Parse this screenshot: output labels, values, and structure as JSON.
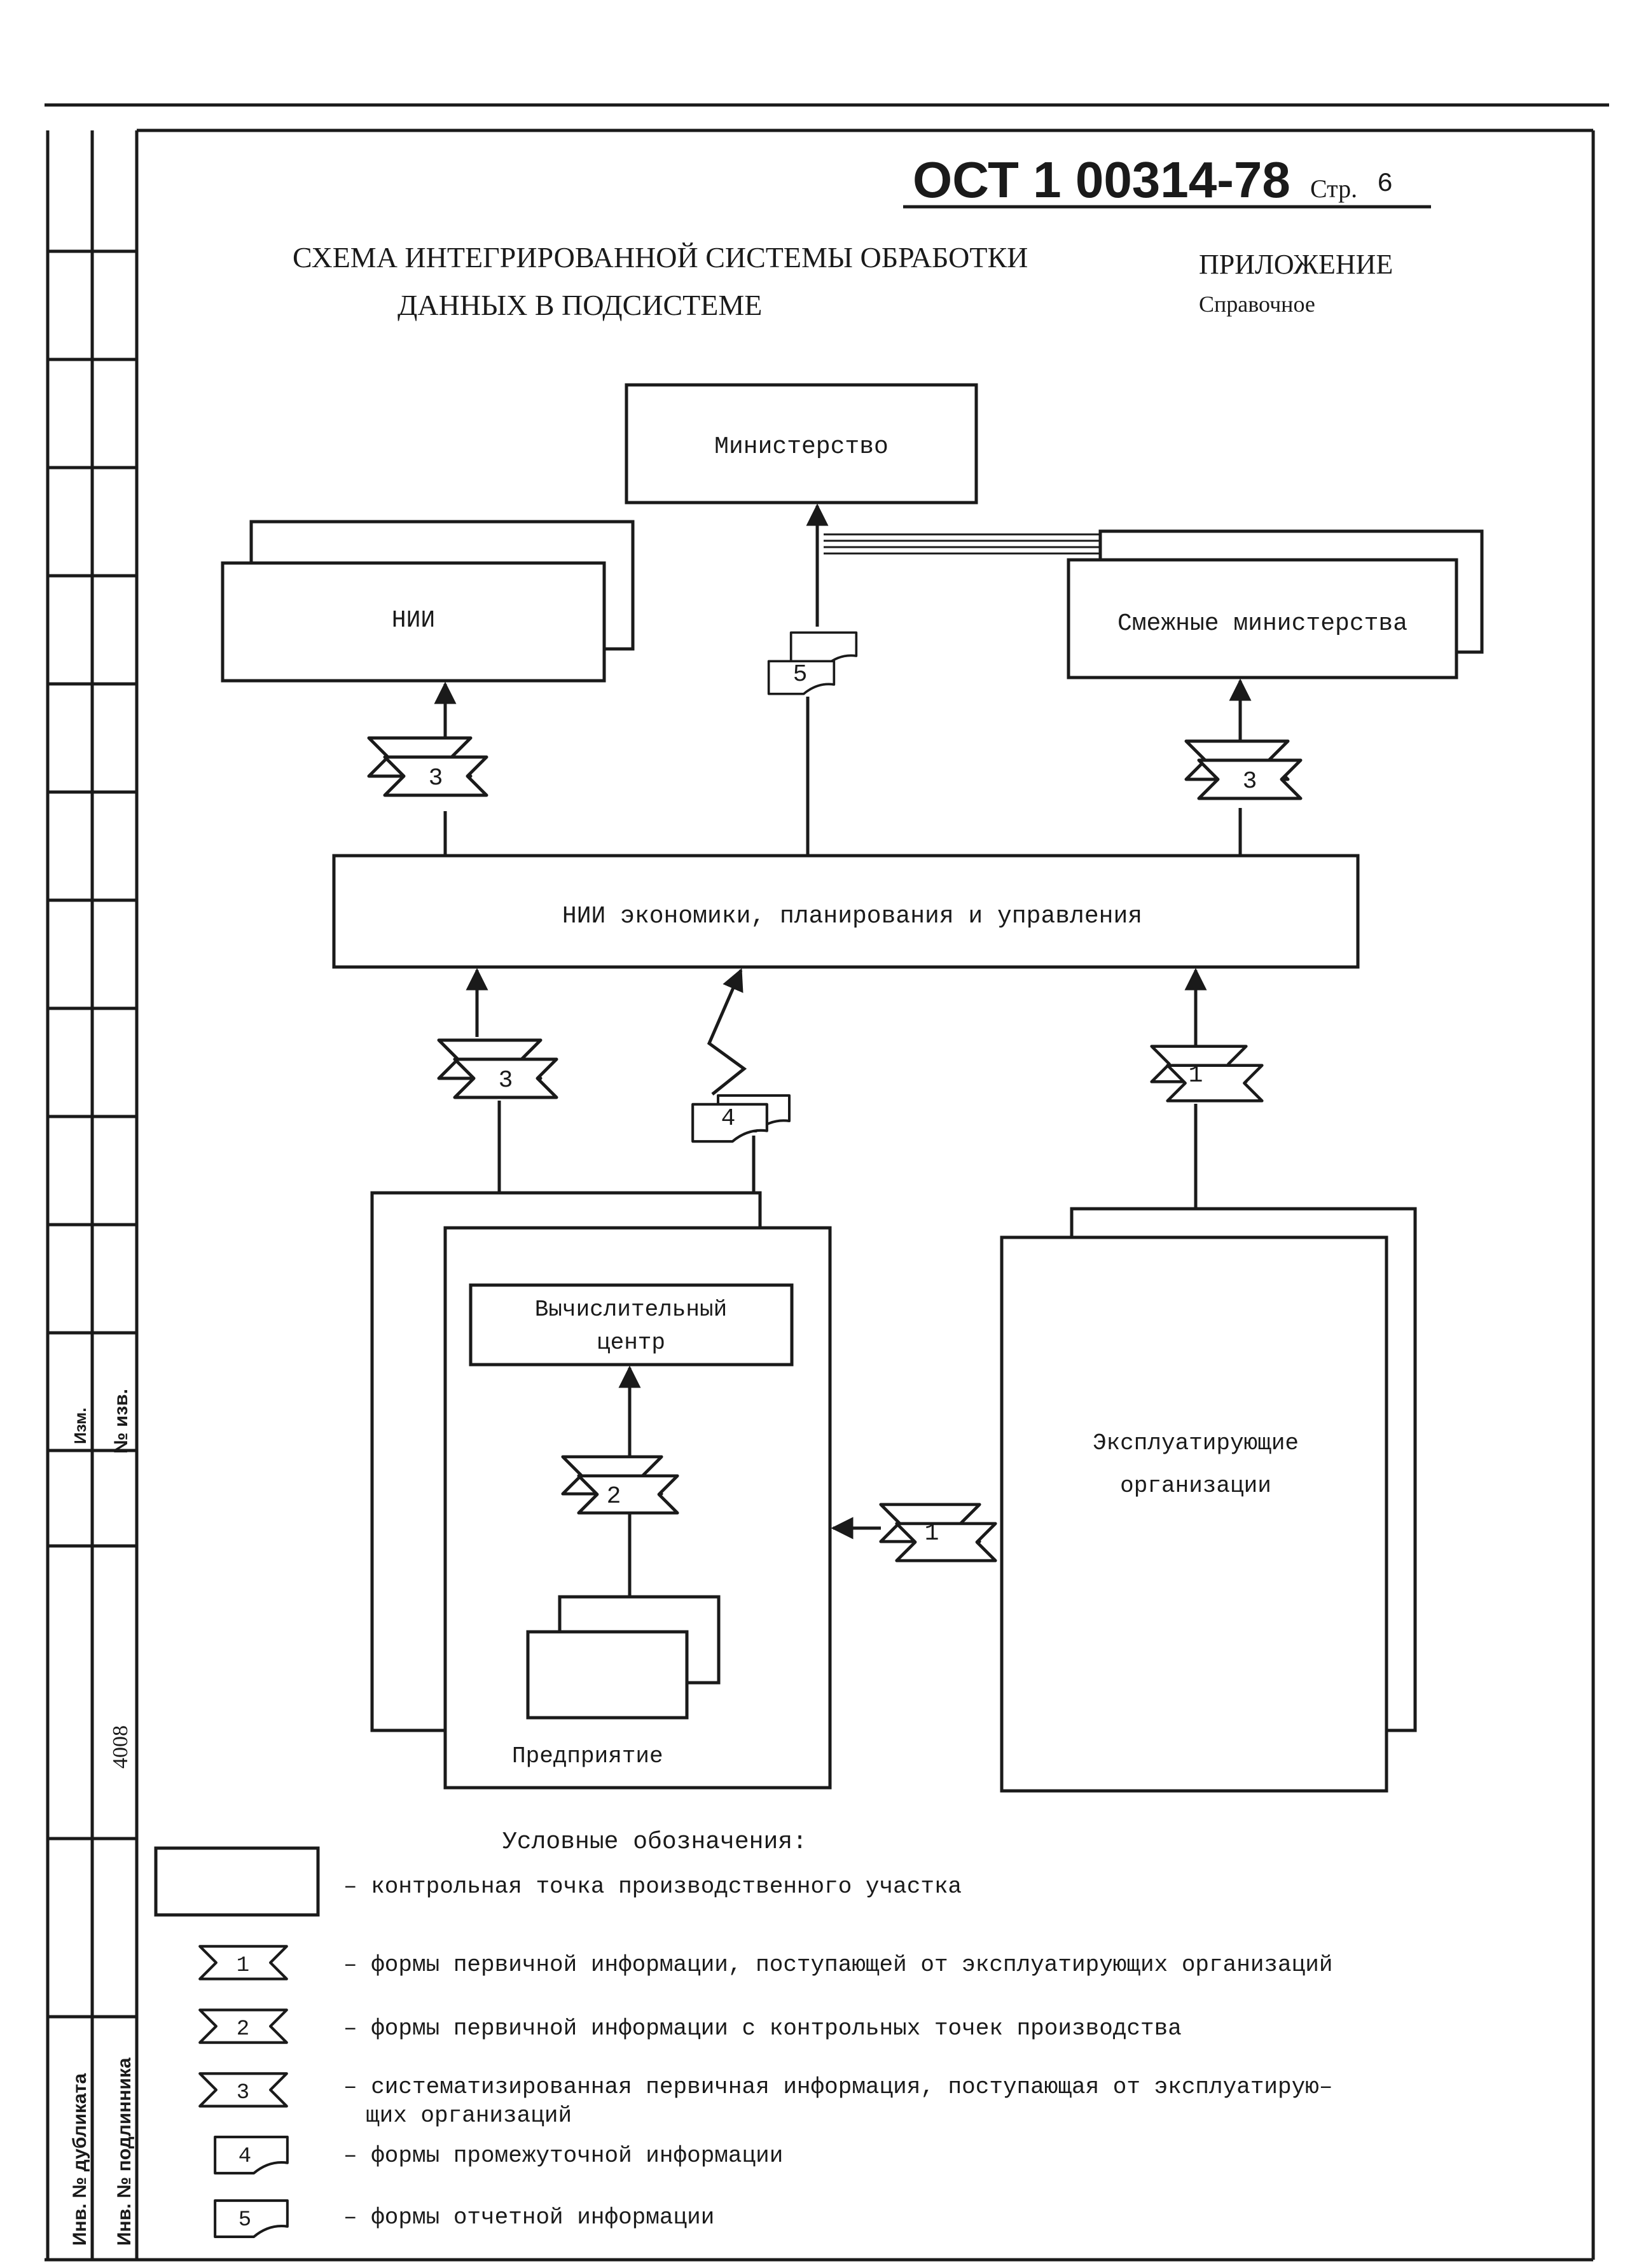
{
  "header": {
    "standard": "ОСТ 1 00314-78",
    "page_label": "Стр.",
    "page_number": "6"
  },
  "title": {
    "line1": "СХЕМА ИНТЕГРИРОВАННОЙ СИСТЕМЫ ОБРАБОТКИ",
    "line2": "ДАННЫХ В ПОДСИСТЕМЕ"
  },
  "appendix": {
    "label": "ПРИЛОЖЕНИЕ",
    "type": "Справочное"
  },
  "boxes": {
    "ministry": "Министерство",
    "nii": "НИИ",
    "related": "Смежные министерства",
    "nii_econ": "НИИ экономики, планирования и управления",
    "computing_line1": "Вычислительный",
    "computing_line2": "центр",
    "enterprise": "Предприятие",
    "operating_line1": "Эксплуатирующие",
    "operating_line2": "организации"
  },
  "symbols": {
    "s1a": "1",
    "s1b": "1",
    "s2": "2",
    "s3a": "3",
    "s3b": "3",
    "s3c": "3",
    "s4": "4",
    "s5": "5"
  },
  "legend": {
    "title": "Условные обозначения:",
    "items": [
      {
        "symbol": "",
        "text": "– контрольная точка производственного участка"
      },
      {
        "symbol": "1",
        "text": "– формы первичной информации, поступающей от эксплуатирующих организаций"
      },
      {
        "symbol": "2",
        "text": "– формы первичной информации с контрольных точек производства"
      },
      {
        "symbol": "3",
        "text": "– систематизированная первичная информация, поступающая от эксплуатирую–",
        "text2": "щих организаций"
      },
      {
        "symbol": "4",
        "text": "– формы промежуточной информации"
      },
      {
        "symbol": "5",
        "text": "– формы отчетной информации"
      }
    ]
  },
  "margin": {
    "cell1": "4008",
    "izm": "Изм.",
    "no_izv": "№ изв.",
    "inv_dubl": "Инв. № дубликата",
    "inv_podl": "Инв. № подлинника"
  }
}
